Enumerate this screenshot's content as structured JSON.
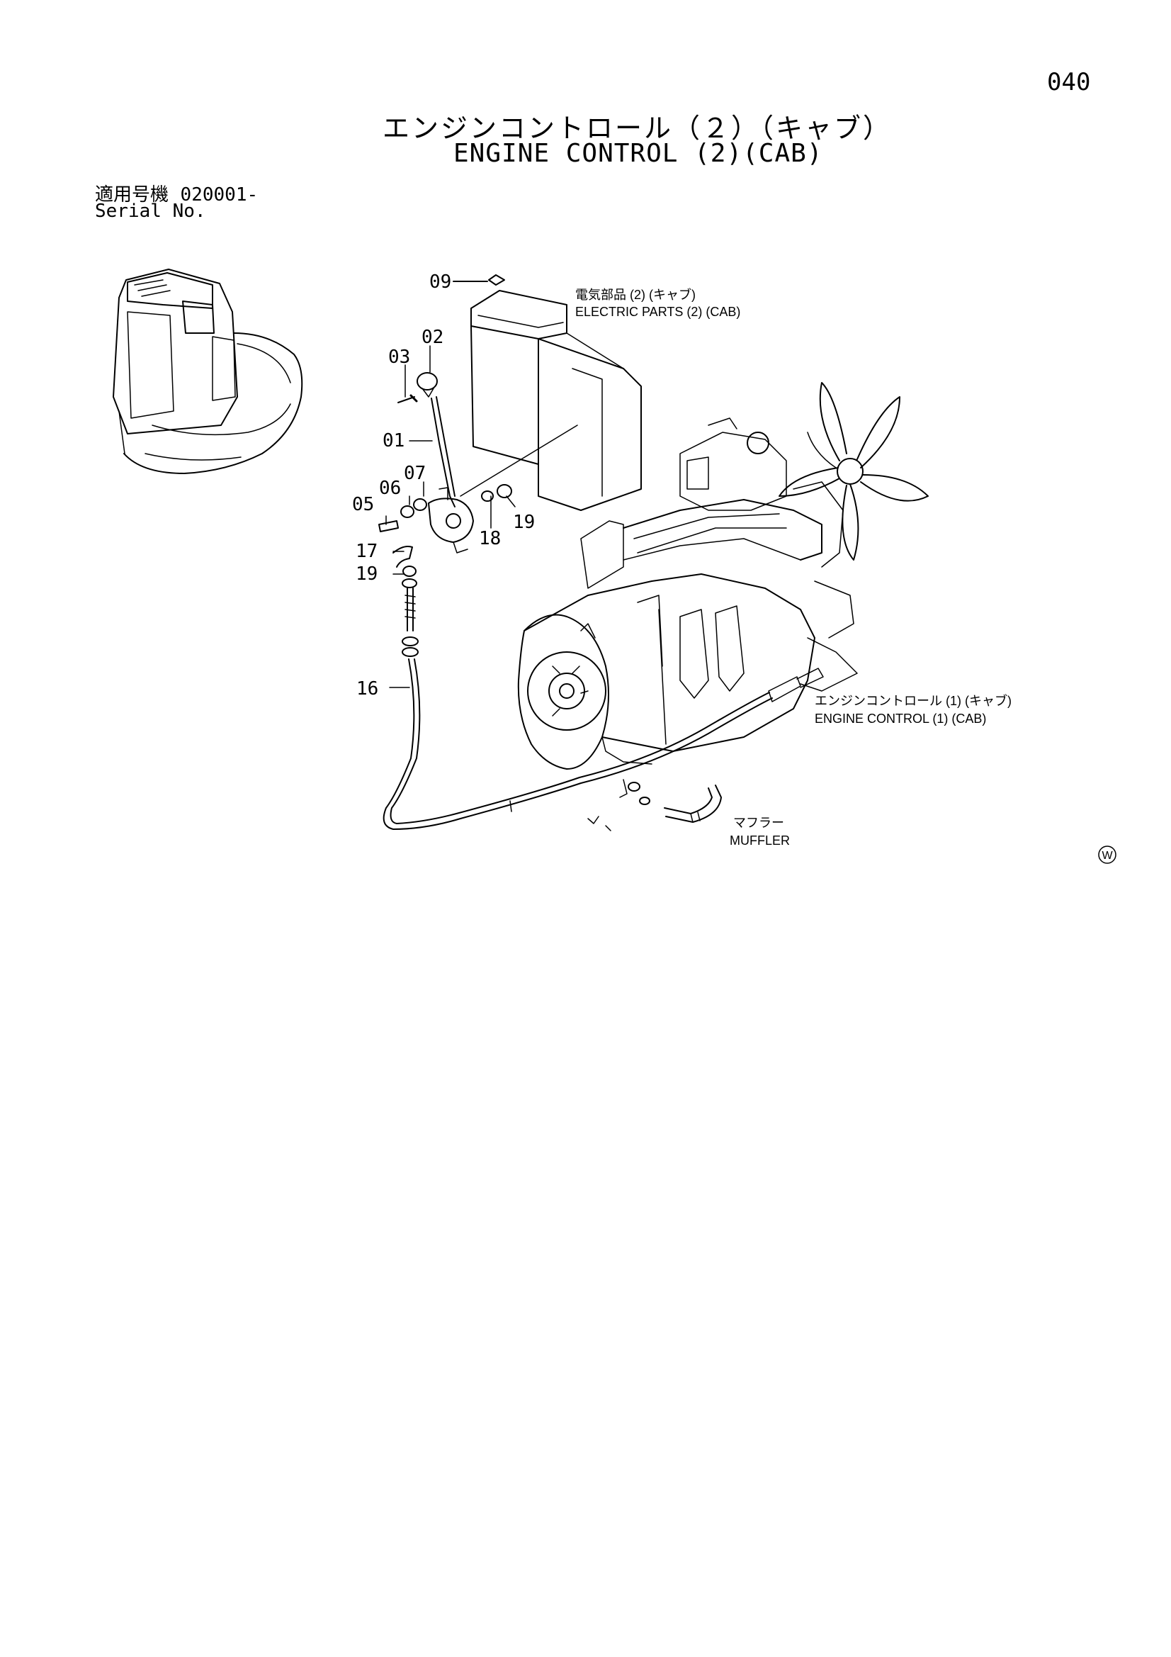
{
  "page_number": "040",
  "title_ja": "エンジンコントロール（２）（キャブ）",
  "title_en": "ENGINE CONTROL (2)(CAB)",
  "serial": {
    "label_ja": "適用号機",
    "value": "020001-",
    "label_en": "Serial No."
  },
  "parts": [
    {
      "id": "p09",
      "label": "09"
    },
    {
      "id": "p02",
      "label": "02"
    },
    {
      "id": "p03",
      "label": "03"
    },
    {
      "id": "p01",
      "label": "01"
    },
    {
      "id": "p07",
      "label": "07"
    },
    {
      "id": "p06",
      "label": "06"
    },
    {
      "id": "p05",
      "label": "05"
    },
    {
      "id": "p18",
      "label": "18"
    },
    {
      "id": "p19a",
      "label": "19"
    },
    {
      "id": "p17",
      "label": "17"
    },
    {
      "id": "p19b",
      "label": "19"
    },
    {
      "id": "p16",
      "label": "16"
    }
  ],
  "references": {
    "electric_ja": "電気部品 (2) (キャブ)",
    "electric_en": "ELECTRIC PARTS (2) (CAB)",
    "engine_ja": "エンジンコントロール (1) (キャブ)",
    "engine_en": "ENGINE CONTROL (1) (CAB)",
    "muffler_ja": "マフラー",
    "muffler_en": "MUFFLER"
  },
  "corner_mark": "W"
}
